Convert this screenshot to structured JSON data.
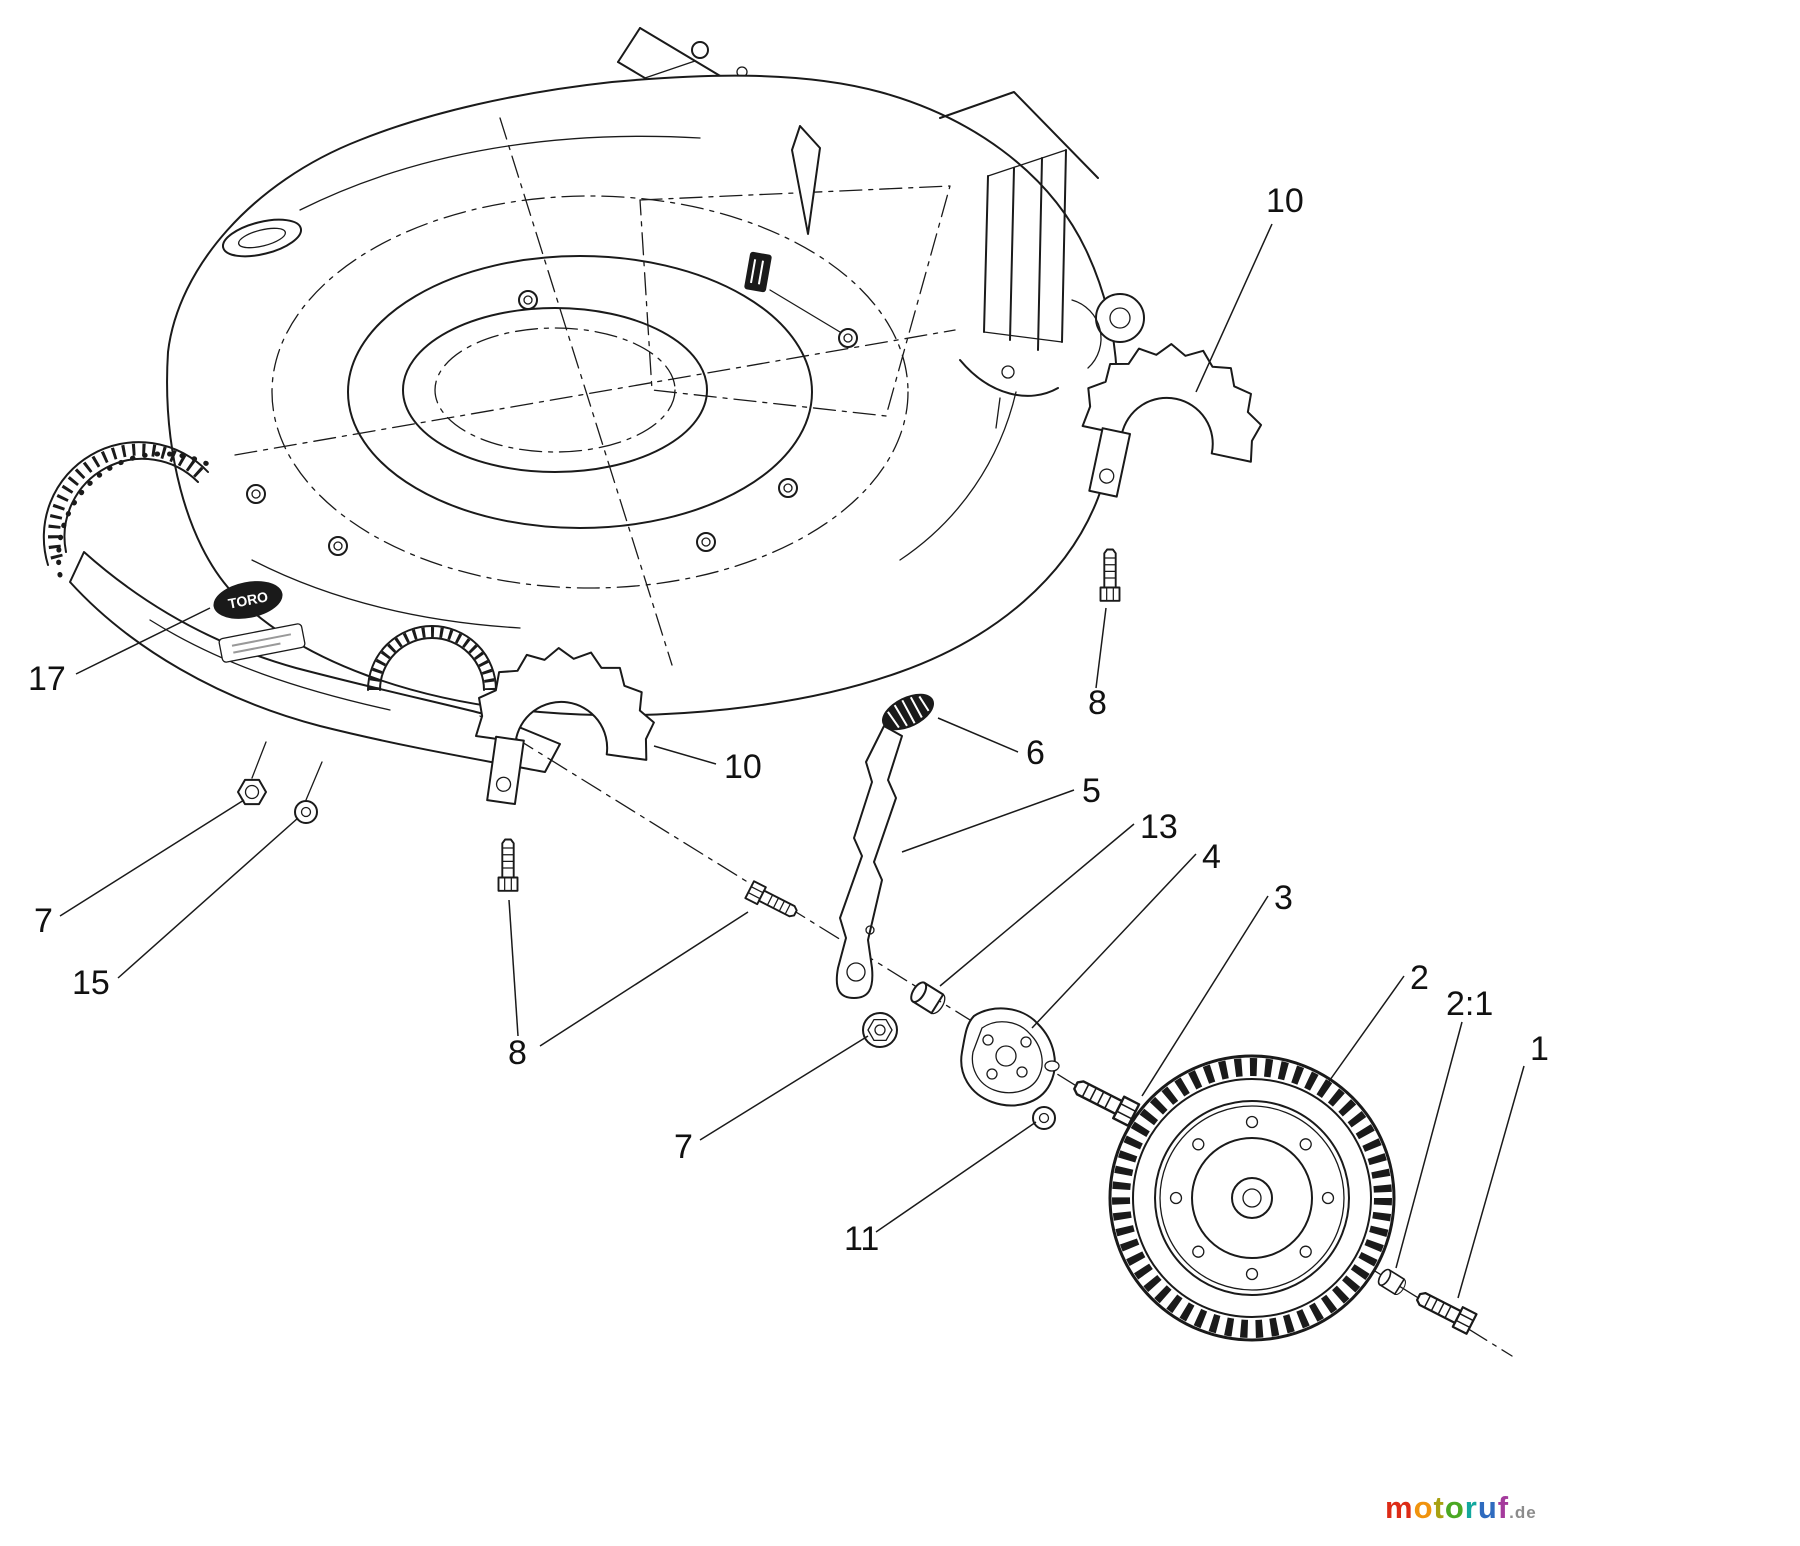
{
  "diagram": {
    "type": "exploded-parts-diagram",
    "subject": "lawn mower deck height adjustment and wheel assembly",
    "line_color": "#1a1a1a",
    "background": "#ffffff"
  },
  "deck_badge": {
    "brand": "TORO"
  },
  "callouts": {
    "quadrant_right": "10",
    "bolt_right": "8",
    "housing": "17",
    "nut_left": "7",
    "washer_left": "15",
    "quadrant_mid": "10",
    "bolts_mid": "8",
    "grip": "6",
    "lever": "5",
    "spacer": "13",
    "bracket": "4",
    "axle_bolt": "3",
    "wheel": "2",
    "bushing": "2:1",
    "wheel_bolt": "1",
    "flange_nut": "7",
    "washer_axle": "11"
  },
  "watermark": {
    "word": "motoruf",
    "suffix": ".de",
    "suffix_color": "#8c8c8c",
    "letters": [
      {
        "ch": "m",
        "color": "#dd2b16"
      },
      {
        "ch": "o",
        "color": "#f0930e"
      },
      {
        "ch": "t",
        "color": "#a8a112"
      },
      {
        "ch": "o",
        "color": "#4aa823"
      },
      {
        "ch": "r",
        "color": "#13a89e"
      },
      {
        "ch": "u",
        "color": "#2f6bbf"
      },
      {
        "ch": "f",
        "color": "#a43a9c"
      }
    ]
  }
}
